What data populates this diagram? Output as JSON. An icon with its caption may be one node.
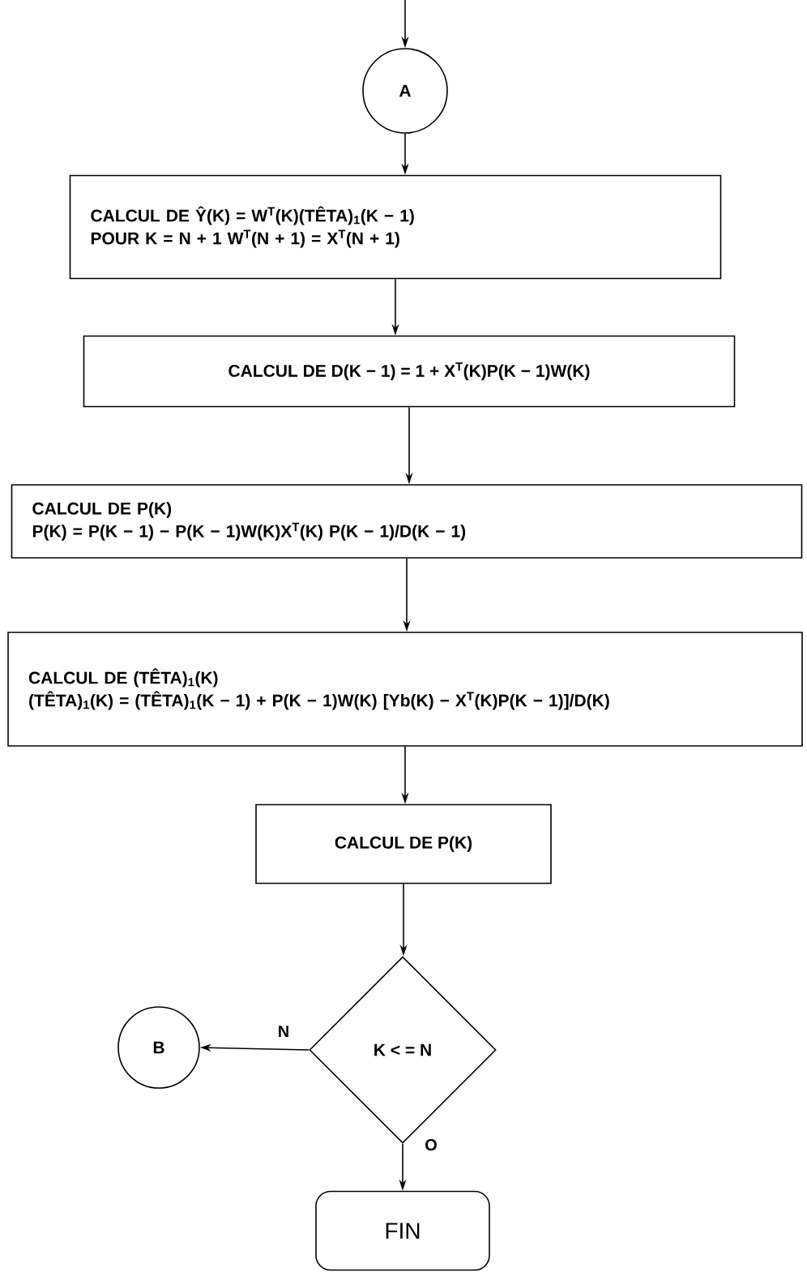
{
  "diagram": {
    "nodes": [
      {
        "text": [
          "A"
        ]
      },
      {
        "text": [
          "CALCUL DE Ŷ(K) = W$^{T}$(K)(TÊTA)$_{1}$(K − 1)",
          "POUR K = N + 1 W$^{T}$(N + 1) = X$^{T}$(N + 1)"
        ]
      },
      {
        "text": [
          "CALCUL DE D(K − 1) = 1 + X$^{T}$(K)P(K − 1)W(K)"
        ]
      },
      {
        "text": [
          "CALCUL DE P(K)",
          "P(K) = P(K − 1) − P(K − 1)W(K)X$^{T}$(K) P(K − 1)/D(K − 1)"
        ]
      },
      {
        "text": [
          "CALCUL DE (TÊTA)$_{1}$(K)",
          "(TÊTA)$_{1}$(K) = (TÊTA)$_{1}$(K − 1) + P(K − 1)W(K) [Yb(K) − X$^{T}$(K)P(K − 1)]/D(K)"
        ]
      },
      {
        "text": [
          "CALCUL DE P(K)"
        ]
      },
      {
        "text": [
          "K < = N"
        ]
      },
      {
        "text": [
          "B"
        ]
      },
      {
        "text": [
          "FIN"
        ]
      }
    ],
    "edges": [
      {
        "from": null,
        "to": 0,
        "arrow": "to"
      },
      {
        "from": 0,
        "to": 1,
        "arrow": "to"
      },
      {
        "from": 1,
        "to": 2,
        "arrow": "to"
      },
      {
        "from": 2,
        "to": 3,
        "arrow": "to"
      },
      {
        "from": 3,
        "to": 4,
        "arrow": "to"
      },
      {
        "from": 4,
        "to": 5,
        "arrow": "to"
      },
      {
        "from": 5,
        "to": 6,
        "arrow": "to"
      },
      {
        "from": 6,
        "to": 7,
        "arrow": "to",
        "label": "N"
      },
      {
        "from": 6,
        "to": 8,
        "arrow": "to",
        "label": "O"
      }
    ]
  }
}
